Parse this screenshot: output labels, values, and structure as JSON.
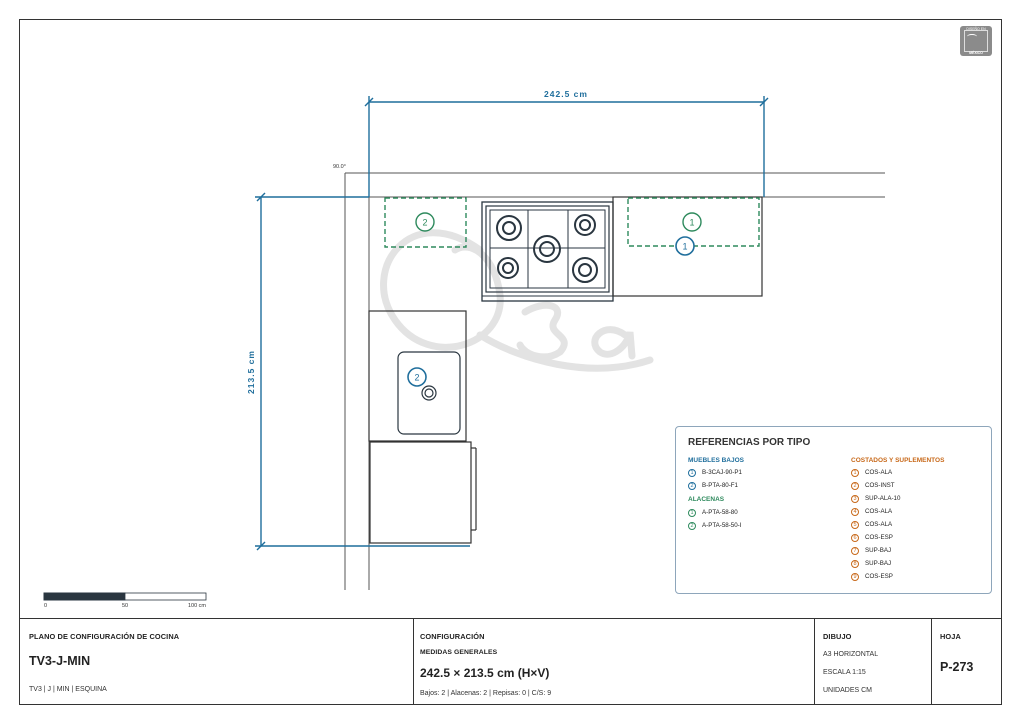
{
  "drawing": {
    "dim_horizontal": "242.5 cm",
    "dim_vertical": "213.5 cm",
    "angle_label": "90.0°",
    "markers": [
      {
        "id": "m-green-2-left",
        "num": "2",
        "color": "#2e8a5d"
      },
      {
        "id": "m-green-1-right",
        "num": "1",
        "color": "#2e8a5d"
      },
      {
        "id": "m-blue-1-right",
        "num": "1",
        "color": "#1f6e9c"
      },
      {
        "id": "m-blue-2-sink",
        "num": "2",
        "color": "#1f6e9c"
      }
    ],
    "watermark": "Q3a",
    "scale_bar": {
      "labels": [
        "0",
        "50",
        "100 cm"
      ]
    }
  },
  "logo": {
    "line1": "DISEÑO EN",
    "line2": "MÉXICO"
  },
  "legend": {
    "title": "REFERENCIAS POR TIPO",
    "muebles_bajos": {
      "heading": "MUEBLES BAJOS",
      "items": [
        {
          "num": "1",
          "code": "B-3CAJ-90-P1"
        },
        {
          "num": "2",
          "code": "B-PTA-80-F1"
        }
      ]
    },
    "alacenas": {
      "heading": "ALACENAS",
      "items": [
        {
          "num": "1",
          "code": "A-PTA-58-80"
        },
        {
          "num": "2",
          "code": "A-PTA-58-50-I"
        }
      ]
    },
    "costados": {
      "heading": "COSTADOS Y SUPLEMENTOS",
      "items": [
        {
          "num": "1",
          "code": "COS-ALA"
        },
        {
          "num": "2",
          "code": "COS-INST"
        },
        {
          "num": "3",
          "code": "SUP-ALA-10"
        },
        {
          "num": "4",
          "code": "COS-ALA"
        },
        {
          "num": "5",
          "code": "COS-ALA"
        },
        {
          "num": "6",
          "code": "COS-ESP"
        },
        {
          "num": "7",
          "code": "SUP-BAJ"
        },
        {
          "num": "8",
          "code": "SUP-BAJ"
        },
        {
          "num": "9",
          "code": "COS-ESP"
        }
      ]
    },
    "colors": {
      "blue": "#1f6e9c",
      "green": "#2e8a5d",
      "orange": "#c8691a"
    }
  },
  "title_block": {
    "plano_label": "PLANO DE CONFIGURACIÓN DE COCINA",
    "model": "TV3-J-MIN",
    "tags": "TV3 | J | MIN | ESQUINA",
    "config_label": "CONFIGURACIÓN",
    "medidas_label": "MEDIDAS GENERALES",
    "medidas_value": "242.5 × 213.5 cm (H×V)",
    "counts": "Bajos: 2 | Alacenas: 2 | Repisas: 0 | C/S: 9",
    "dibujo_label": "DIBUJO",
    "dibujo_format": "A3 HORIZONTAL",
    "dibujo_scale": "ESCALA 1:15",
    "dibujo_units": "UNIDADES CM",
    "hoja_label": "HOJA",
    "hoja_value": "P-273"
  }
}
